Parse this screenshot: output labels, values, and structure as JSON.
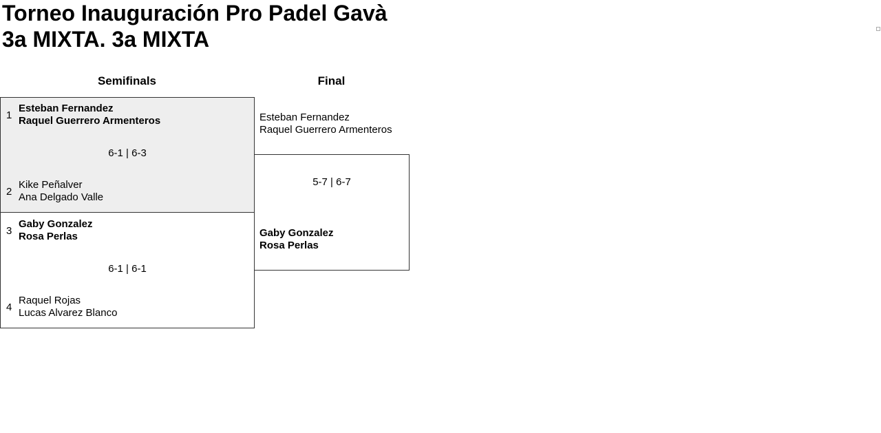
{
  "title": {
    "line1": "Torneo Inauguración Pro Padel Gavà",
    "line2": "3a MIXTA. 3a MIXTA"
  },
  "rounds": [
    "Semifinals",
    "Final"
  ],
  "semifinals": [
    {
      "team1": {
        "seed": "1",
        "p1": "Esteban Fernandez",
        "p2": "Raquel Guerrero Armenteros"
      },
      "team2": {
        "seed": "2",
        "p1": "Kike Peñalver",
        "p2": "Ana Delgado Valle"
      },
      "score": "6-1 | 6-3"
    },
    {
      "team1": {
        "seed": "3",
        "p1": "Gaby Gonzalez",
        "p2": "Rosa Perlas"
      },
      "team2": {
        "seed": "4",
        "p1": "Raquel Rojas",
        "p2": "Lucas Alvarez Blanco"
      },
      "score": "6-1 | 6-1"
    }
  ],
  "final": {
    "team1": {
      "p1": "Esteban Fernandez",
      "p2": "Raquel Guerrero Armenteros"
    },
    "team2": {
      "p1": "Gaby Gonzalez",
      "p2": "Rosa Perlas"
    },
    "score": "5-7 | 6-7"
  }
}
